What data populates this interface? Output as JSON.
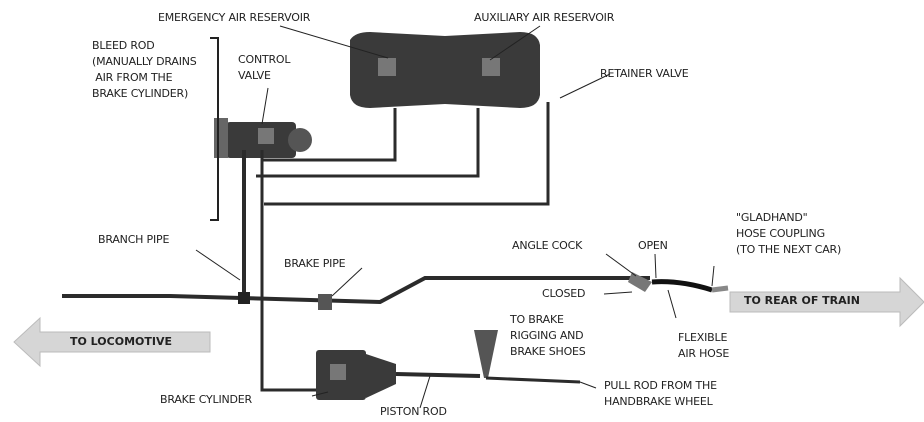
{
  "labels": {
    "emergency_air_reservoir": "EMERGENCY AIR RESERVOIR",
    "auxiliary_air_reservoir": "AUXILIARY AIR RESERVOIR",
    "bleed_rod": "BLEED ROD\n(MANUALLY DRAINS\n AIR FROM THE\nBRAKE CYLINDER)",
    "control_valve": "CONTROL\nVALVE",
    "retainer_valve": "RETAINER VALVE",
    "branch_pipe": "BRANCH PIPE",
    "brake_pipe": "BRAKE PIPE",
    "angle_cock": "ANGLE COCK",
    "open": "OPEN",
    "gladhand": "\"GLADHAND\"\nHOSE COUPLING\n(TO THE NEXT CAR)",
    "closed": "CLOSED",
    "to_rear_of_train": "TO REAR OF TRAIN",
    "to_locomotive": "TO LOCOMOTIVE",
    "to_brake_rigging": "TO BRAKE\nRIGGING AND\nBRAKE SHOES",
    "flexible_air_hose": "FLEXIBLE\nAIR HOSE",
    "pull_rod": "PULL ROD FROM THE\nHANDBRAKE WHEEL",
    "brake_cylinder": "BRAKE CYLINDER",
    "piston_rod": "PISTON ROD"
  },
  "colors": {
    "component": "#3a3a3a",
    "pipe": "#2b2b2b",
    "arrow_fill": "#cfcfcf",
    "text": "#222222"
  }
}
